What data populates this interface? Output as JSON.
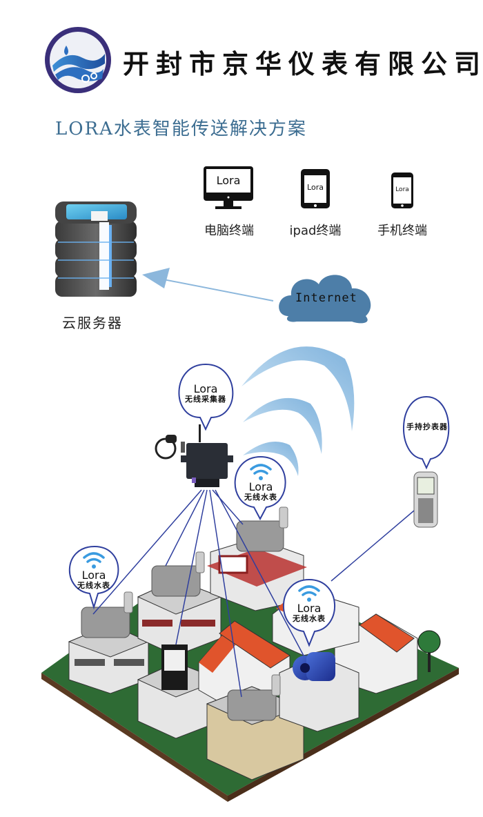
{
  "header": {
    "company_name": "开封市京华仪表有限公司",
    "logo": "water-wave-logo-icon",
    "subtitle": "LORA水表智能传送解决方案"
  },
  "terminals": [
    {
      "icon": "desktop-monitor-icon",
      "screen_text": "Lora",
      "label": "电脑终端"
    },
    {
      "icon": "tablet-icon",
      "screen_text": "Lora",
      "label": "ipad终端"
    },
    {
      "icon": "smartphone-icon",
      "screen_text": "Lora",
      "label": "手机终端"
    }
  ],
  "cloud_server": {
    "icon": "server-stack-icon",
    "label": "云服务器"
  },
  "internet": {
    "icon": "cloud-icon",
    "label": "Internet"
  },
  "collector": {
    "bubble_title": "Lora",
    "bubble_subtitle": "无线采集器",
    "icon": "lora-gateway-device-icon"
  },
  "handheld": {
    "bubble_subtitle": "手持抄表器",
    "icon": "handheld-reader-icon"
  },
  "meters": [
    {
      "bubble_title": "Lora",
      "bubble_subtitle": "无线水表",
      "icon": "wifi-signal-icon"
    },
    {
      "bubble_title": "Lora",
      "bubble_subtitle": "无线水表",
      "icon": "wifi-signal-icon"
    },
    {
      "bubble_title": "Lora",
      "bubble_subtitle": "无线水表",
      "icon": "wifi-signal-icon"
    }
  ],
  "colors": {
    "brand_navy": "#3a2f7a",
    "title_blue": "#3c6d91",
    "cloud_blue": "#4d7ea8",
    "arrow_blue": "#8cb7dc",
    "wave_blue": "#9cc6e6",
    "link_line": "#2f3f9e",
    "ground_green": "#2e6b34",
    "roof_orange": "#e0542c"
  }
}
